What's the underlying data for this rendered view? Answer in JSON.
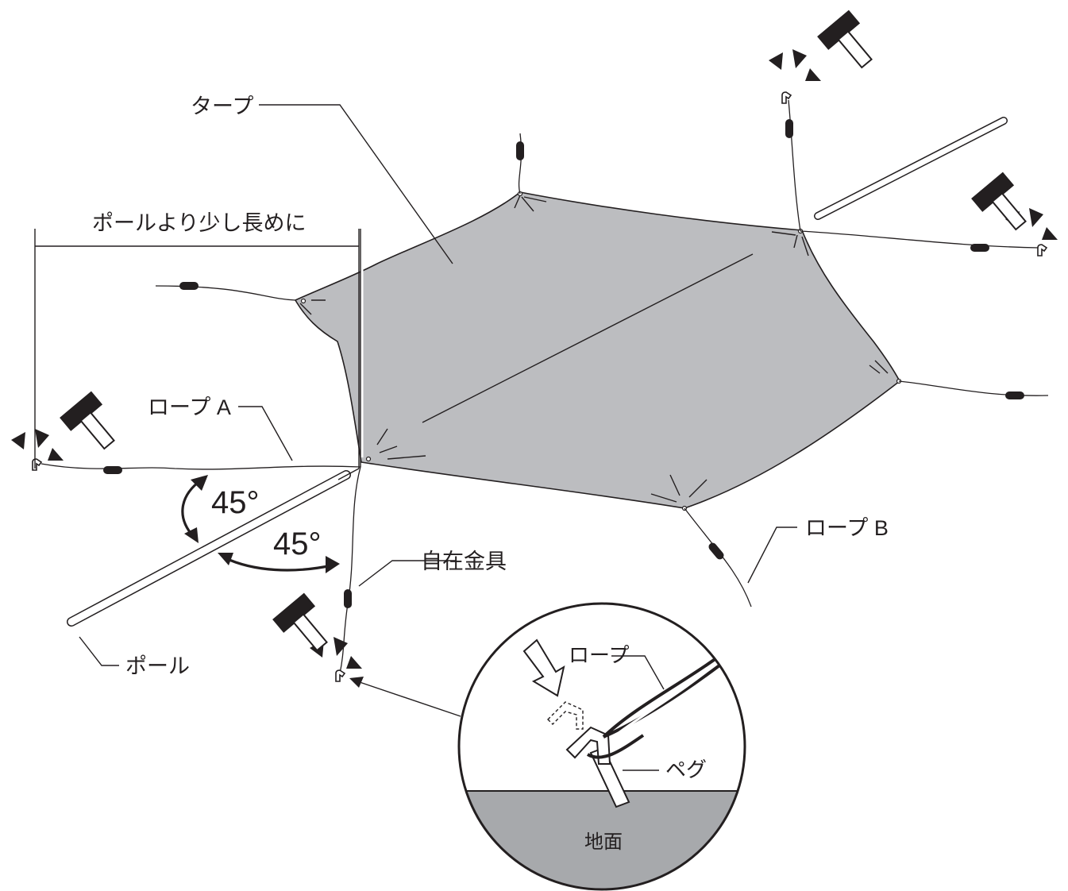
{
  "labels": {
    "tarp": "タープ",
    "rope_a": "ロープ A",
    "rope_b": "ロープ B",
    "adjuster": "自在金具",
    "pole": "ポール",
    "measure": "ポールより少し長めに",
    "angle_1": "45°",
    "angle_2": "45°"
  },
  "inset": {
    "rope": "ロープ",
    "peg": "ペグ",
    "ground": "地面"
  },
  "colors": {
    "tarp_fill": "#bcbdc0",
    "ground_fill": "#a7a9ac",
    "ink": "#231f20"
  }
}
